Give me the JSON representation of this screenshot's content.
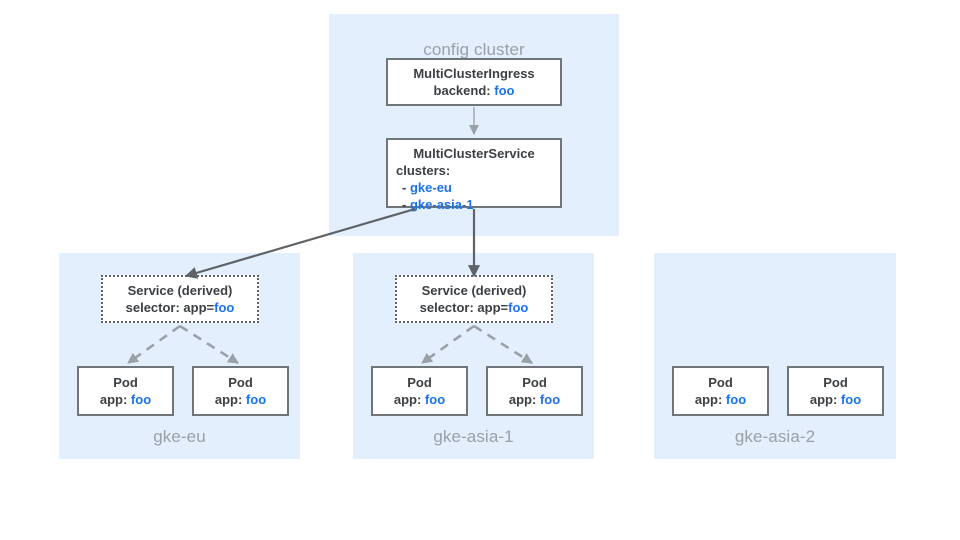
{
  "diagram": {
    "title_semantic": "multi-cluster-ingress-topology",
    "colors": {
      "panel_background": "#e3effc",
      "panel_label": "#9aa0a6",
      "box_border": "#70757a",
      "box_text": "#3c4043",
      "accent_blue": "#1a73e8",
      "solid_arrow": "#5f6368",
      "dashed_arrow": "#9aa0a6",
      "canvas": "#ffffff"
    }
  },
  "config_cluster": {
    "label": "config cluster",
    "ingress": {
      "name": "MultiClusterIngress",
      "field_label": "backend:",
      "field_value": "foo"
    },
    "service": {
      "name": "MultiClusterService",
      "field_label": "clusters:",
      "entries": [
        {
          "bullet": "-",
          "value": "gke-eu"
        },
        {
          "bullet": "-",
          "value": "gke-asia-1"
        }
      ]
    }
  },
  "clusters": [
    {
      "label": "gke-eu",
      "has_service": true,
      "service": {
        "name": "Service (derived)",
        "field_label": "selector: app=",
        "field_value": "foo"
      },
      "pods": [
        {
          "name": "Pod",
          "field_label": "app:",
          "field_value": "foo"
        },
        {
          "name": "Pod",
          "field_label": "app:",
          "field_value": "foo"
        }
      ]
    },
    {
      "label": "gke-asia-1",
      "has_service": true,
      "service": {
        "name": "Service (derived)",
        "field_label": "selector: app=",
        "field_value": "foo"
      },
      "pods": [
        {
          "name": "Pod",
          "field_label": "app:",
          "field_value": "foo"
        },
        {
          "name": "Pod",
          "field_label": "app:",
          "field_value": "foo"
        }
      ]
    },
    {
      "label": "gke-asia-2",
      "has_service": false,
      "service": null,
      "pods": [
        {
          "name": "Pod",
          "field_label": "app:",
          "field_value": "foo"
        },
        {
          "name": "Pod",
          "field_label": "app:",
          "field_value": "foo"
        }
      ]
    }
  ]
}
